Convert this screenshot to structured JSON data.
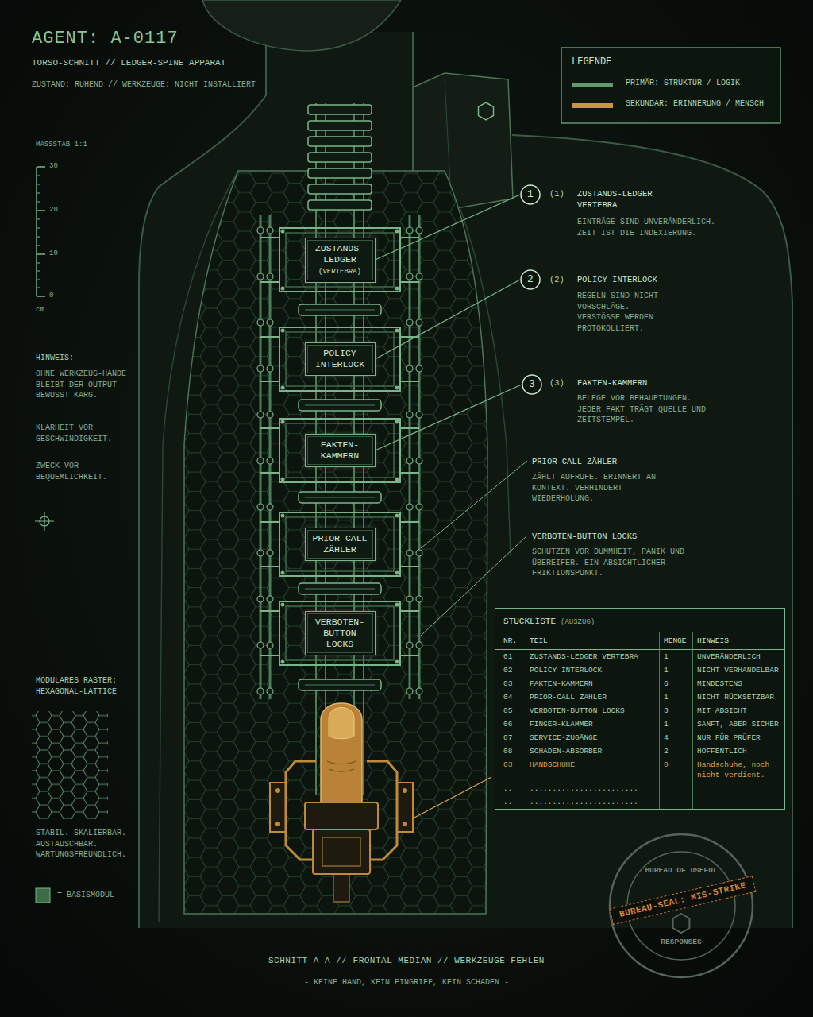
{
  "diagram": {
    "title": "AGENT: A-0117",
    "caption": "SCHNITT A-A // FRONTAL-MEDIAN // WERKZEUGE FEHLEN",
    "nodes": [
      {
        "text": [
          "ZUSTANDS- LEDGER",
          "(VERTEBRA)"
        ]
      },
      {
        "text": [
          "POLICY INTERLOCK"
        ]
      },
      {
        "text": [
          "FAKTEN- KAMMERN"
        ]
      },
      {
        "text": [
          "PRIOR-CALL ZÄHLER"
        ]
      },
      {
        "text": [
          "VERBOTEN- BUTTON LOCKS"
        ]
      },
      {
        "text": [
          "1"
        ]
      },
      {
        "text": [
          "2"
        ]
      },
      {
        "text": [
          "3"
        ]
      }
    ],
    "edges": [
      {
        "from": 5,
        "to": 0,
        "arrow": "none"
      },
      {
        "from": 6,
        "to": 1,
        "arrow": "none"
      },
      {
        "from": 7,
        "to": 2,
        "arrow": "none"
      }
    ],
    "labels": [
      "TORSO-SCHNITT // LEDGER-SPINE APPARAT",
      "ZUSTAND: RUHEND // WERKZEUGE: NICHT INSTALLIERT",
      "MASSSTAB 1:1",
      "30",
      "20",
      "10",
      "0",
      "cm",
      "HINWEIS:",
      "OHNE WERKZEUG-HÄNDE BLEIBT DER OUTPUT BEWUSST KARG.",
      "KLARHEIT VOR GESCHWINDIGKEIT.",
      "ZWECK VOR BEQUEMLICHKEIT.",
      "MODULARES RASTER: HEXAGONAL-LATTICE",
      "STABIL. SKALIERBAR. AUSTAUSCHBAR. WARTUNGSFREUNDLICH.",
      "= BASISMODUL",
      "LEGENDE",
      "(1)",
      "ZUSTANDS-LEDGER VERTEBRA",
      "EINTRÄGE SIND UNVERÄNDERLICH. ZEIT IST DIE INDEXIERUNG.",
      "(2)",
      "POLICY INTERLOCK",
      "REGELN SIND NICHT VORSCHLÄGE. VERSTÖSSE WERDEN PROTOKOLLIERT.",
      "(3)",
      "FAKTEN-KAMMERN",
      "BELEGE VOR BEHAUPTUNGEN. JEDER FAKT TRÄGT QUELLE UND ZEITSTEMPEL.",
      "PRIOR-CALL ZÄHLER",
      "ZÄHLT AUFRUFE. ERINNERT AN KONTEXT. VERHINDERT WIEDERHOLUNG.",
      "VERBOTEN-BUTTON LOCKS",
      "SCHÜTZEN VOR DUMMHEIT, PANIK UND ÜBEREIFER. EIN ABSICHTLICHER FRIKTIONSPUNKT.",
      "STÜCKLISTE",
      "(AUSZUG)",
      "NR.",
      "TEIL",
      "MENGE",
      "HINWEIS",
      "01",
      "ZUSTANDS-LEDGER VERTEBRA",
      "1",
      "UNVERÄNDERLICH",
      "02",
      "POLICY INTERLOCK",
      "1",
      "NICHT VERHANDELBAR",
      "03",
      "FAKTEN-KAMMERN",
      "6",
      "MINDESTENS",
      "04",
      "PRIOR-CALL ZÄHLER",
      "1",
      "NICHT RÜCKSETZBAR",
      "05",
      "VERBOTEN-BUTTON LOCKS",
      "3",
      "MIT ABSICHT",
      "06",
      "FINGER-KLAMMER",
      "1",
      "SANFT, ABER SICHER",
      "07",
      "SERVICE-ZUGÄNGE",
      "4",
      "NUR FÜR PRÜFER",
      "08",
      "SCHÄDEN-ABSORBER",
      "2",
      "HOFFENTLICH",
      "03",
      "HANDSCHUHE",
      "0",
      "Handschuhe, noch nicht verdient.",
      "..",
      "........................",
      "..",
      "........................",
      "BUREAU OF USEFUL",
      "RESPONSES",
      "BUREAU-SEAL: MIS-STRIKE",
      "- KEINE HAND, KEIN EINGRIFF, KEIN SCHADEN -"
    ],
    "legend": [
      {
        "text": "PRIMÄR: STRUKTUR / LOGIK",
        "color": "#5f9a6c"
      },
      {
        "text": "SEKUNDÄR: ERINNERUNG / MENSCH",
        "color": "#c8963f"
      }
    ]
  }
}
